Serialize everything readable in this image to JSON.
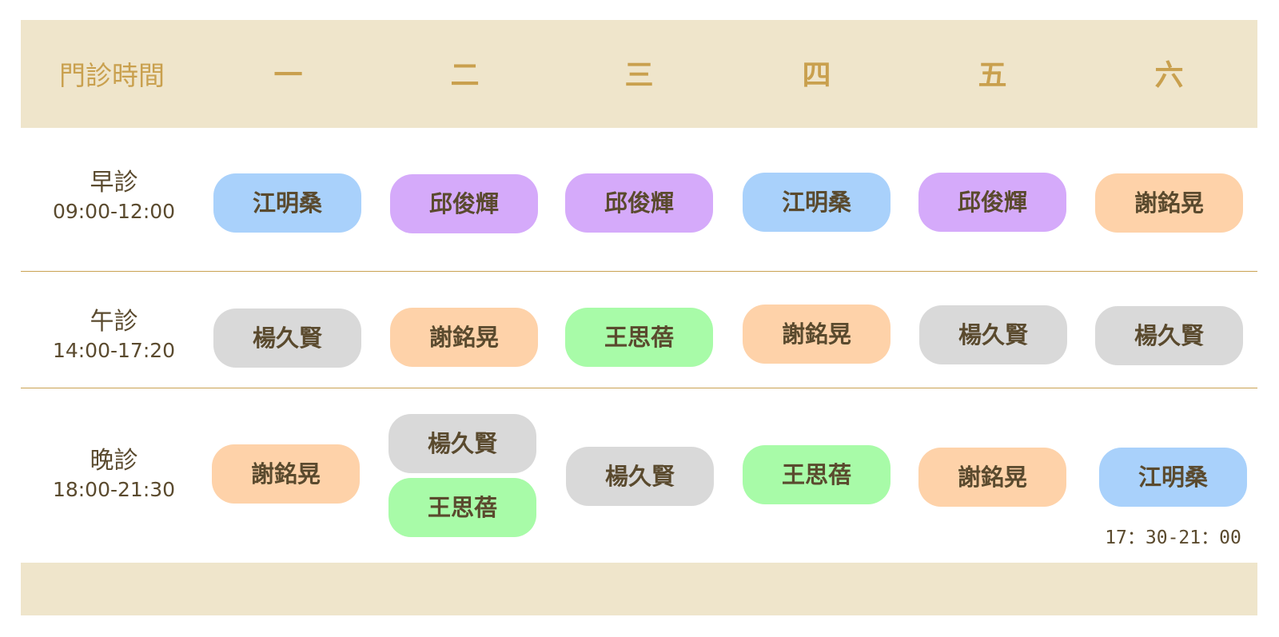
{
  "header": {
    "title": "門診時間",
    "days": [
      "一",
      "二",
      "三",
      "四",
      "五",
      "六"
    ]
  },
  "sessions": [
    {
      "name": "早診",
      "time": "09:00-12:00"
    },
    {
      "name": "午診",
      "time": "14:00-17:20"
    },
    {
      "name": "晚診",
      "time": "18:00-21:30"
    }
  ],
  "schedule": {
    "morning": [
      "江明桑",
      "邱俊輝",
      "邱俊輝",
      "江明桑",
      "邱俊輝",
      "謝銘晃"
    ],
    "afternoon": [
      "楊久賢",
      "謝銘晃",
      "王思蓓",
      "謝銘晃",
      "楊久賢",
      "楊久賢"
    ],
    "evening": [
      "謝銘晃",
      "楊久賢",
      "王思蓓",
      "楊久賢",
      "王思蓓",
      "謝銘晃",
      "江明桑"
    ]
  },
  "note": "17：30-21：00",
  "colors": {
    "band": "#efe5cb",
    "header_text": "#c9a04e",
    "divider": "#c9a253",
    "江明桑": "#a9d1fb",
    "邱俊輝": "#d5aafa",
    "謝銘晃": "#fed2a9",
    "楊久賢": "#d9d9d9",
    "王思蓓": "#a8fba8"
  }
}
